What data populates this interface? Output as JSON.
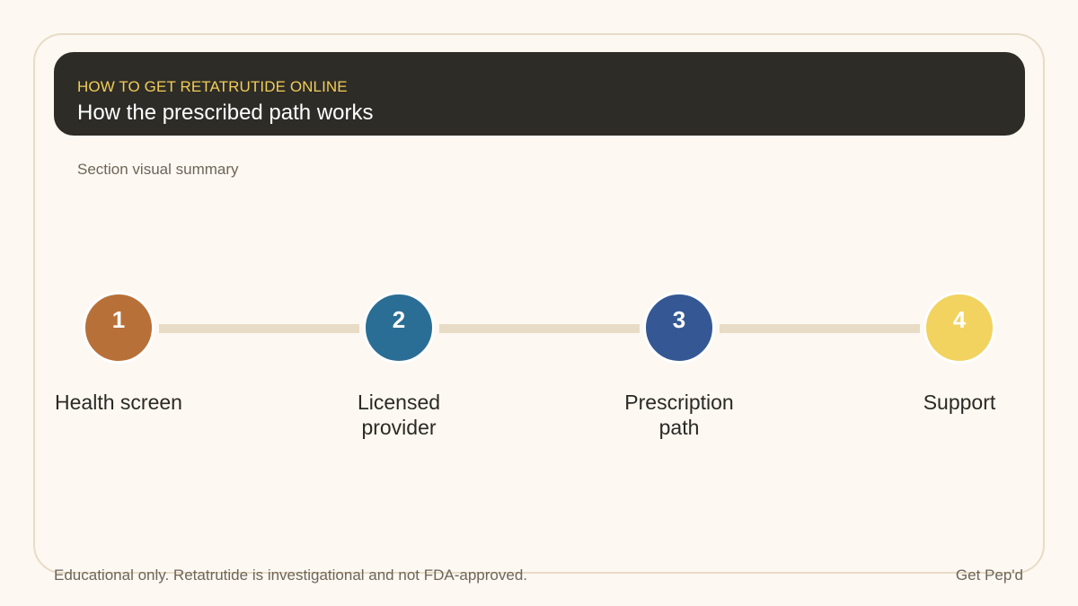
{
  "header": {
    "eyebrow": "HOW TO GET RETATRUTIDE ONLINE",
    "title": "How the prescribed path works"
  },
  "subtitle": "Section visual summary",
  "steps": [
    {
      "number": "1",
      "label": "Health screen",
      "color": "#b87039"
    },
    {
      "number": "2",
      "label": "Licensed provider",
      "color": "#2b6e95"
    },
    {
      "number": "3",
      "label": "Prescription path",
      "color": "#355895"
    },
    {
      "number": "4",
      "label": "Support",
      "color": "#f2d35f"
    }
  ],
  "footer": {
    "disclaimer": "Educational only. Retatrutide is investigational and not FDA-approved.",
    "brand": "Get Pep'd"
  }
}
